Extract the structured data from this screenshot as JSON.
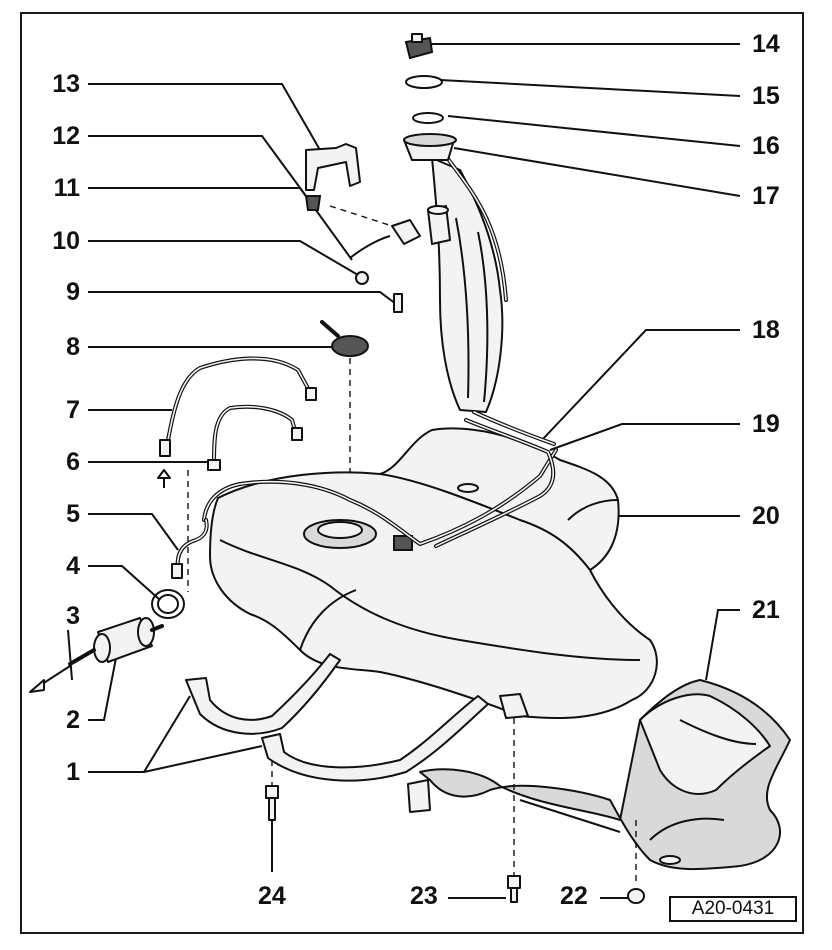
{
  "callouts_left": [
    {
      "id": "13",
      "label": "13"
    },
    {
      "id": "12",
      "label": "12"
    },
    {
      "id": "11",
      "label": "11"
    },
    {
      "id": "10",
      "label": "10"
    },
    {
      "id": "9",
      "label": "9"
    },
    {
      "id": "8",
      "label": "8"
    },
    {
      "id": "7",
      "label": "7"
    },
    {
      "id": "6",
      "label": "6"
    },
    {
      "id": "5",
      "label": "5"
    },
    {
      "id": "4",
      "label": "4"
    },
    {
      "id": "3",
      "label": "3"
    },
    {
      "id": "2",
      "label": "2"
    },
    {
      "id": "1",
      "label": "1"
    }
  ],
  "callouts_right": [
    {
      "id": "14",
      "label": "14"
    },
    {
      "id": "15",
      "label": "15"
    },
    {
      "id": "16",
      "label": "16"
    },
    {
      "id": "17",
      "label": "17"
    },
    {
      "id": "18",
      "label": "18"
    },
    {
      "id": "19",
      "label": "19"
    },
    {
      "id": "20",
      "label": "20"
    },
    {
      "id": "21",
      "label": "21"
    }
  ],
  "callouts_bottom": [
    {
      "id": "24",
      "label": "24"
    },
    {
      "id": "23",
      "label": "23"
    },
    {
      "id": "22",
      "label": "22"
    }
  ],
  "reference_code": "A20-0431",
  "colors": {
    "ink": "#111111",
    "paper": "#ffffff",
    "fill": "#f3f3f3",
    "shade": "#d9d9d9"
  }
}
